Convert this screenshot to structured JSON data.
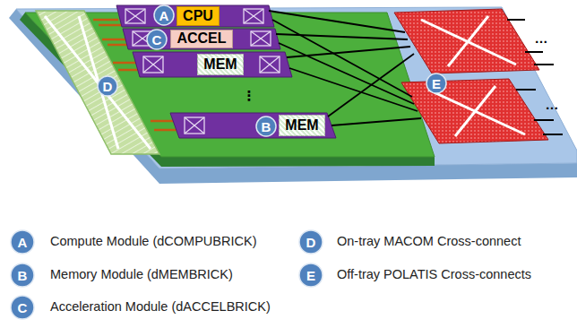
{
  "diagram": {
    "nodes": [
      {
        "text": [
          "CPU"
        ]
      },
      {
        "text": [
          "ACCEL"
        ]
      },
      {
        "text": [
          "MEM"
        ]
      },
      {
        "text": [
          "MEM"
        ]
      }
    ],
    "labels": [
      "A",
      "C",
      "D",
      "B",
      "E",
      "⋮",
      "…",
      "…",
      "A",
      "B",
      "C",
      "D",
      "E"
    ],
    "legend": [
      {
        "text": "Compute Module (dCOMPUBRICK)"
      },
      {
        "text": "Memory Module (dMEMBRICK)"
      },
      {
        "text": "Acceleration Module (dACCELBRICK)"
      },
      {
        "text": "On-tray MACOM Cross-connect"
      },
      {
        "text": "Off-tray POLATIS Cross-connects"
      }
    ]
  }
}
